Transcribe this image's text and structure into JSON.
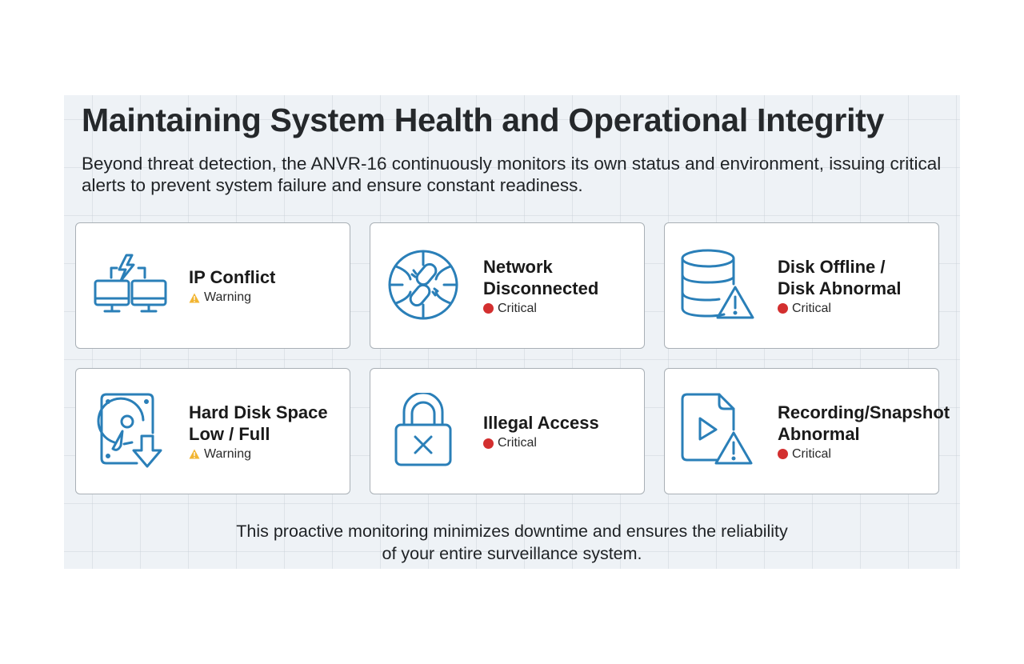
{
  "slide": {
    "title": "Maintaining System Health and Operational Integrity",
    "subtitle": "Beyond threat detection, the ANVR-16 continuously monitors its own status and environment, issuing critical alerts to prevent system failure and ensure constant readiness.",
    "footer_line1": "This proactive monitoring minimizes downtime and ensures the reliability",
    "footer_line2": "of your entire surveillance system."
  },
  "colors": {
    "icon_blue": "#2a7fb8",
    "critical_red": "#d32f2f",
    "warning_amber": "#f2b531"
  },
  "alerts": [
    {
      "name": "IP Conflict",
      "severity": "Warning",
      "icon": "ip-conflict-icon"
    },
    {
      "name": "Network Disconnected",
      "severity": "Critical",
      "icon": "network-disconnected-icon"
    },
    {
      "name": "Disk Offline / Disk Abnormal",
      "severity": "Critical",
      "icon": "disk-warning-icon"
    },
    {
      "name": "Hard Disk Space Low / Full",
      "severity": "Warning",
      "icon": "hard-disk-full-icon"
    },
    {
      "name": "Illegal Access",
      "severity": "Critical",
      "icon": "lock-x-icon"
    },
    {
      "name": "Recording/Snapshot Abnormal",
      "severity": "Critical",
      "icon": "recording-warning-icon"
    }
  ],
  "alert_lines": {
    "a0": [
      "IP Conflict"
    ],
    "a1": [
      "Network",
      "Disconnected"
    ],
    "a2": [
      "Disk Offline /",
      "Disk Abnormal"
    ],
    "a3": [
      "Hard Disk Space",
      "Low / Full"
    ],
    "a4": [
      "Illegal Access"
    ],
    "a5": [
      "Recording/Snapshot",
      "Abnormal"
    ]
  }
}
